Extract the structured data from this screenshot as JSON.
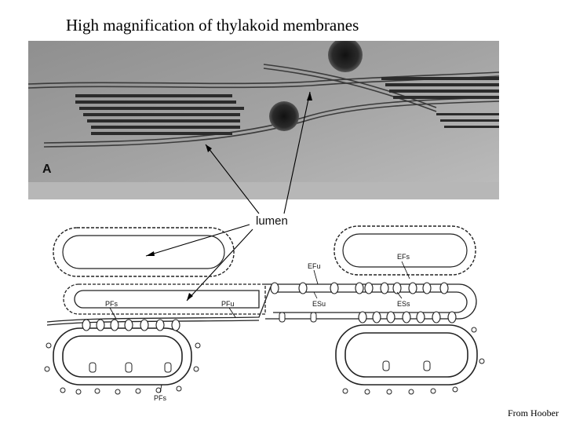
{
  "slide": {
    "title": "High magnification of thylakoid membranes",
    "credit": "From Hoober"
  },
  "micrograph": {
    "panel_label": "A"
  },
  "diagram": {
    "lumen_label": "lumen",
    "labels": {
      "efu": "EFu",
      "efs": "EFs",
      "pfs": "PFs",
      "pfu": "PFu",
      "esu": "ESu",
      "ess": "ESs",
      "bottom_pf": "PFs"
    }
  }
}
